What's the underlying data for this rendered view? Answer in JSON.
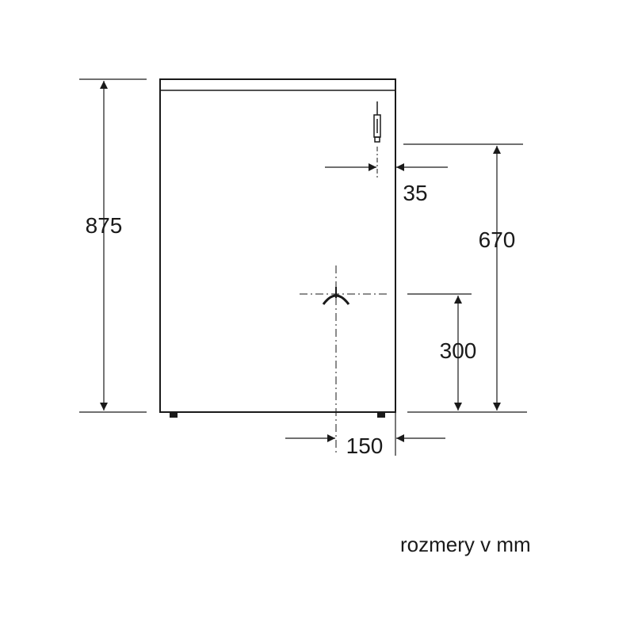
{
  "dimensions": {
    "height_total": "875",
    "water_inlet_height": "670",
    "drain_height": "300",
    "inlet_side_offset": "35",
    "drain_side_offset": "150"
  },
  "caption": "rozmery v mm",
  "colors": {
    "line": "#1a1a1a",
    "background": "#ffffff"
  }
}
